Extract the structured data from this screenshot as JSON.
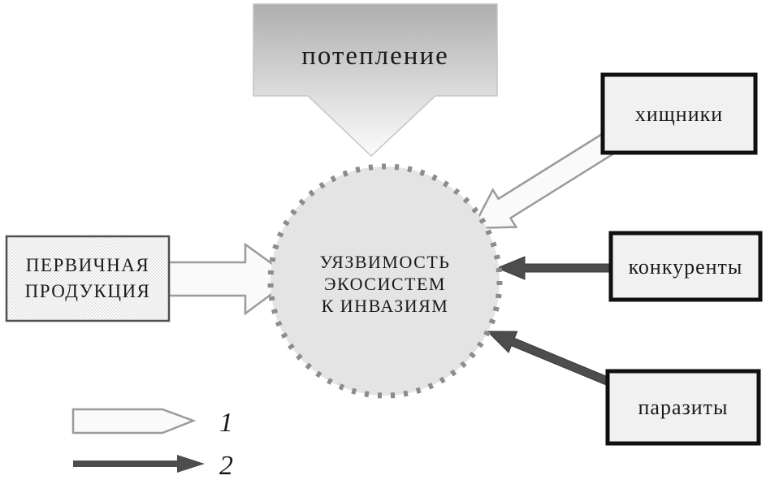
{
  "figure": {
    "warming": {
      "label": "потепление"
    },
    "center": {
      "lines": [
        "УЯЗВИМОСТЬ",
        "ЭКОСИСТЕМ",
        "К ИНВАЗИЯМ"
      ]
    },
    "primary_production": {
      "lines": [
        "ПЕРВИЧНАЯ",
        "ПРОДУКЦИЯ"
      ]
    },
    "factors": [
      {
        "label": "хищники",
        "arrow": "light"
      },
      {
        "label": "конкуренты",
        "arrow": "dark"
      },
      {
        "label": "паразиты",
        "arrow": "dark"
      }
    ],
    "legend": {
      "items": [
        {
          "label": "1",
          "symbol": "light-arrow"
        },
        {
          "label": "2",
          "symbol": "dark-arrow"
        }
      ]
    },
    "colors": {
      "light_arrow_fill": "#fafafa",
      "light_arrow_stroke": "#9b9b9b",
      "dark_arrow_fill": "#4d4d4d",
      "circle_fill": "#e4e4e4",
      "circle_dot_stroke": "#8c8c8c",
      "factor_box_fill": "#f1f1f1",
      "factor_box_border": "#101010",
      "warming_gradient_top": "#aeaeae",
      "warming_gradient_bottom": "#fcfcfc",
      "text": "#1a1a1a"
    }
  }
}
